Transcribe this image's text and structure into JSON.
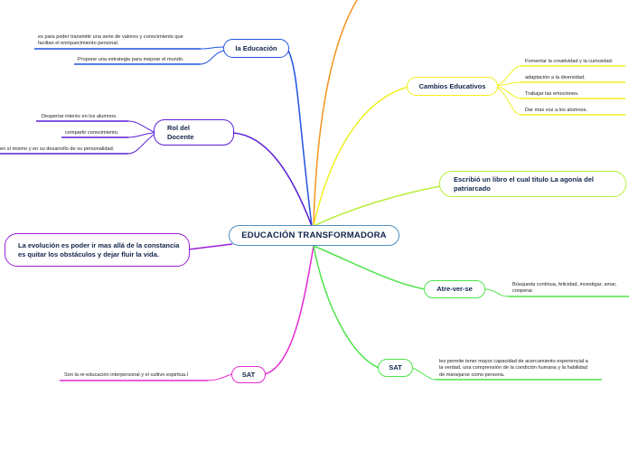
{
  "colors": {
    "center_border": "#4a8fc2",
    "blue": "#1f52e0",
    "indigo": "#5a1fd6",
    "purple": "#9b1fd6",
    "magenta": "#e32ad3",
    "orange": "#f5931e",
    "yellow": "#f0f020",
    "lime": "#b6f03a",
    "green": "#4ee44a"
  },
  "center": {
    "label": "EDUCACIÓN TRANSFORMADORA"
  },
  "branches": {
    "educacion": {
      "label": "la Educación",
      "leaves": [
        "es para poder transmitir una serie de valores y conocimiento que faciltan el enriquecimiento personal.",
        "Propone una estrategia para mejorar el mundo."
      ]
    },
    "docente": {
      "label": "Rol del Docente",
      "leaves": [
        "Despertar interés en los alumnos.",
        "compartir conocimiento.",
        "en sí mismo y en su desarrollo de su personalidad."
      ]
    },
    "evolucion": {
      "label": "La evolución es poder ir mas allá de la constancia es quitar los obstáculos y dejar fluir la vida."
    },
    "sat_left": {
      "label": "SAT",
      "leaves": [
        "Son la re-educación interpersonal y el cultivo espiritua.l"
      ]
    },
    "cambios": {
      "label": "Cambios Educativos",
      "leaves": [
        "Fomentar la creatividad y la curiosidad.",
        "adaptación a la diversidad.",
        "Trabajar las emociones.",
        "Dar mas voz a los alumnos."
      ]
    },
    "libro": {
      "label": "Escribió un libro el cual titulo La agonía del patriarcado"
    },
    "atreverse": {
      "label": "Atre-ver-se",
      "leaves": [
        "Búsqueda continua, felicidad, investigar, amar, cooperar."
      ]
    },
    "sat_right": {
      "label": "SAT",
      "leaves": [
        "les permite tener mayor capacidad de acercamiento experiencial a la verdad, una comprensión de la condición humana y la habilidad de manejarse como persona."
      ]
    }
  }
}
